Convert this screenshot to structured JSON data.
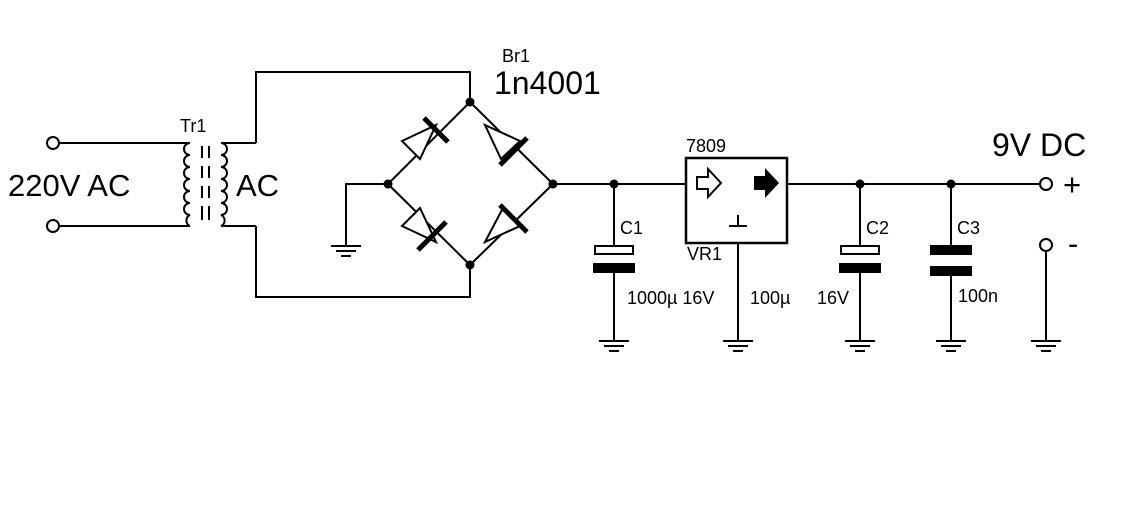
{
  "labels": {
    "input_voltage": "220V AC",
    "transformer_ref": "Tr1",
    "secondary": "AC",
    "bridge_ref": "Br1",
    "bridge_part": "1n4001",
    "regulator_part": "7809",
    "regulator_ref": "VR1",
    "c1_ref": "C1",
    "c1_value": "1000µ 16V",
    "c2_ref": "C2",
    "c2_value_a": "100µ",
    "c2_value_b": "16V",
    "c3_ref": "C3",
    "c3_value": "100n",
    "output_voltage": "9V DC",
    "plus": "+",
    "minus": "-"
  },
  "colors": {
    "line": "#000000",
    "background": "#ffffff"
  }
}
